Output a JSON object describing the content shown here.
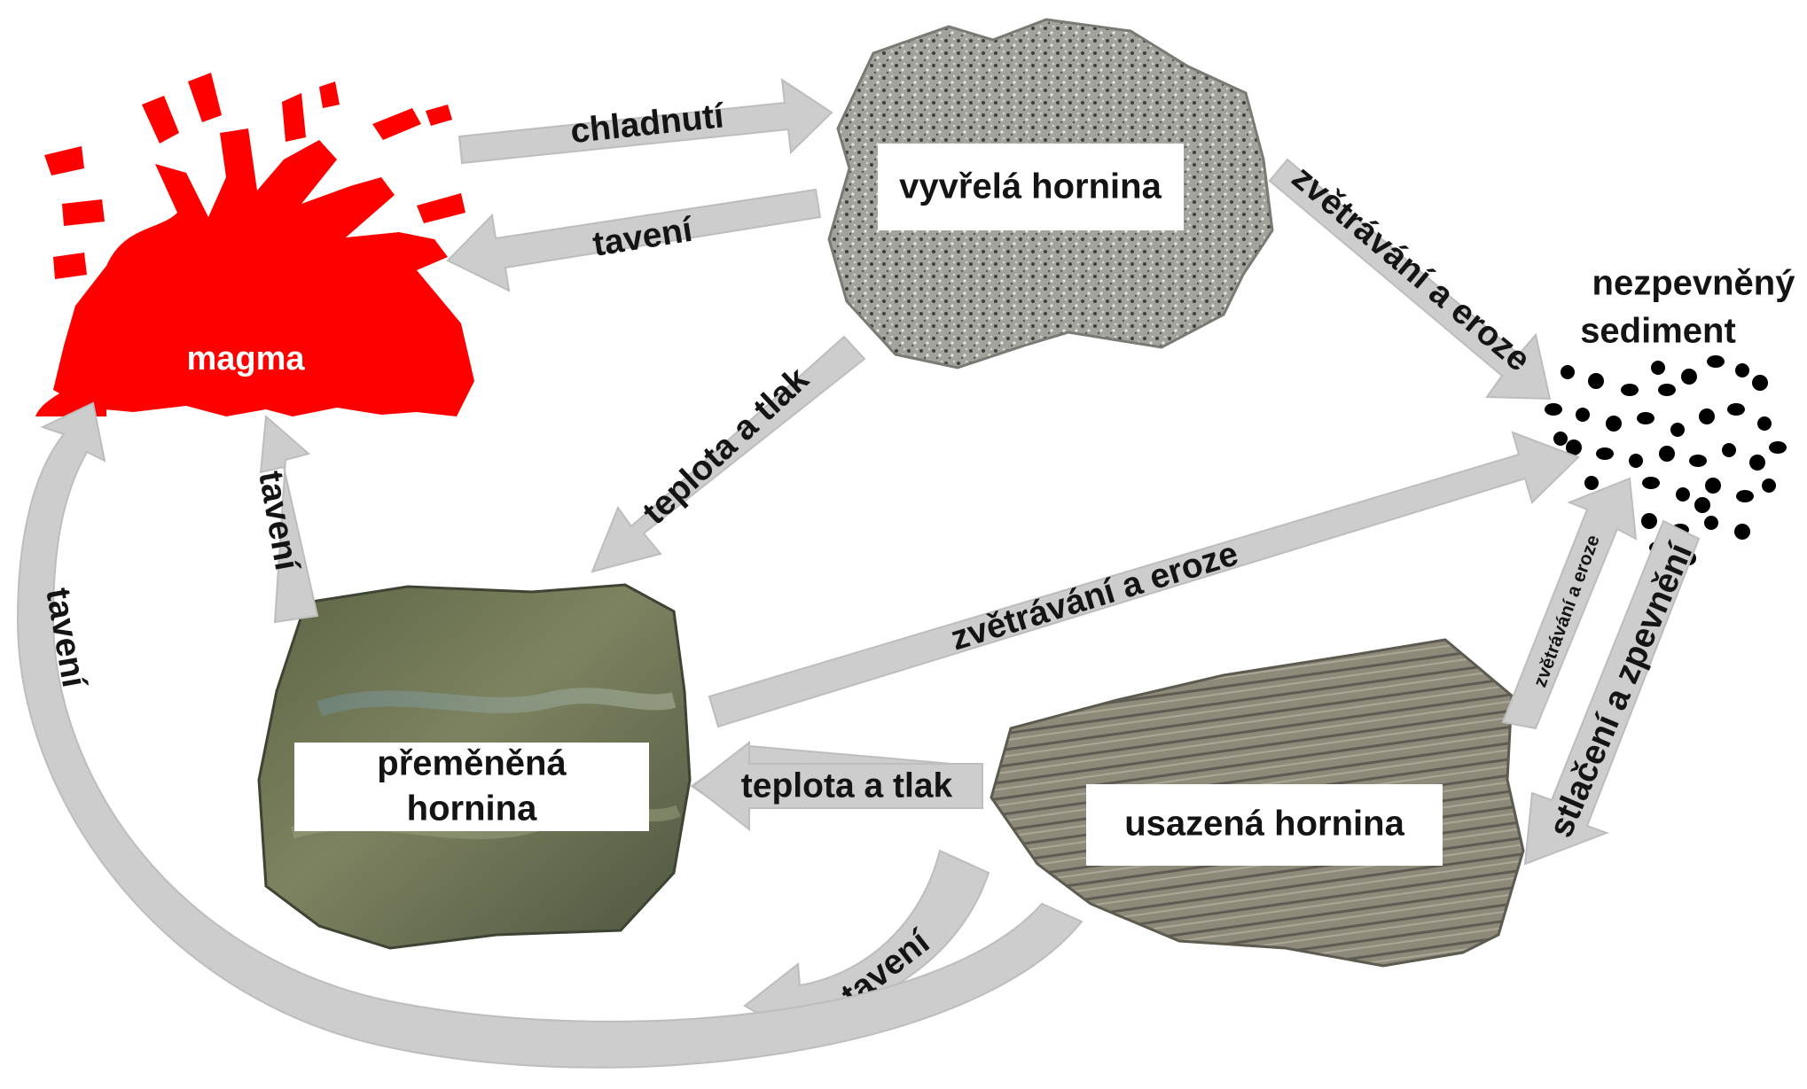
{
  "rock_cycle": {
    "nodes": {
      "magma": "magma",
      "igneous": "vyvřelá hornina",
      "metamorphic_line1": "přeměněná",
      "metamorphic_line2": "hornina",
      "sedimentary": "usazená hornina",
      "sediment_line1": "nezpevněný",
      "sediment_line2": "sediment"
    },
    "processes": {
      "magma_to_igneous": "chladnutí",
      "igneous_to_magma": "tavení",
      "igneous_to_sediment": "zvětrávání a eroze",
      "igneous_to_metamorphic": "teplota a tlak",
      "metamorphic_to_magma": "tavení",
      "metamorphic_to_sediment": "zvětrávání a eroze",
      "sedimentary_to_sediment": "zvětrávání a eroze",
      "sediment_to_sedimentary": "stlačení a zpevnění",
      "sedimentary_to_metamorphic": "teplota a tlak",
      "sedimentary_to_magma": "tavení",
      "outer_loop_to_magma": "tavení"
    }
  },
  "colors": {
    "magma": "#ff0000",
    "arrow_fill": "#cdcdcd",
    "label_box": "#ffffff",
    "igneous_rock": "#9a9a93",
    "metamorphic_rock": "#6b7352",
    "sedimentary_rock": "#8a8676",
    "sediment_dots": "#000000"
  }
}
